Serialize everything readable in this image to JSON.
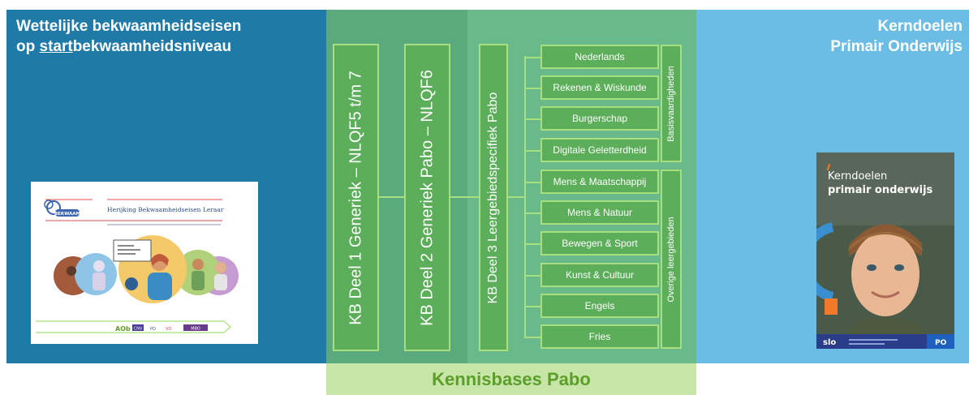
{
  "left": {
    "title_line1": "Wettelijke bekwaamheidseisen",
    "title_line2_underlined": "start",
    "title_line2_rest": "bekwaamheidsniveau",
    "title_line2_prefix": "op ",
    "cover": {
      "title": "Herijking Bekwaamheidseisen Leraar",
      "logo_text": "BEKWAAM",
      "footer_logos": [
        "AOb",
        "CNV",
        "PO",
        "VO",
        "MBO"
      ]
    }
  },
  "right": {
    "title_line1": "Kerndoelen",
    "title_line2": "Primair Onderwijs",
    "cover": {
      "title_line1": "Kerndoelen",
      "title_line2": "primair onderwijs",
      "brand": "slo",
      "badge": "PO"
    }
  },
  "middle": {
    "deel1": "KB Deel 1 Generiek – NLQF5 t/m 7",
    "deel2": "KB Deel 2 Generiek Pabo – NLQF6",
    "deel3": "KB Deel 3 Leergebiedspecifiek Pabo",
    "subjects": [
      "Nederlands",
      "Rekenen & Wiskunde",
      "Burgerschap",
      "Digitale Geletterdheid",
      "Mens & Maatschappij",
      "Mens & Natuur",
      "Bewegen & Sport",
      "Kunst & Cultuur",
      "Engels",
      "Fries"
    ],
    "category1": "Basisvaardigheden",
    "category2": "Overige leergebieden"
  },
  "bottom": {
    "label": "Kennisbases Pabo"
  },
  "colors": {
    "left_panel": "#1f7aa8",
    "right_panel": "#6bbde6",
    "middle_dark": "#5aaa7e",
    "middle_light": "#69b98b",
    "box_border": "#a8df7e",
    "bottom_band": "#c6e5a6",
    "bottom_text": "#5c9e2a"
  }
}
